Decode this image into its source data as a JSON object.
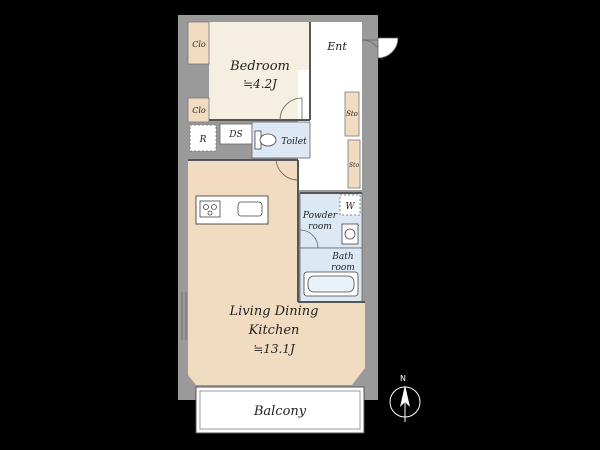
{
  "plan": {
    "rooms": {
      "bedroom": {
        "name": "Bedroom",
        "area": "≒4.2J"
      },
      "ldk": {
        "line1": "Living Dining",
        "line2": "Kitchen",
        "area": "≒13.1J"
      },
      "balcony": "Balcony",
      "entrance": "Ent",
      "toilet": "Toilet",
      "powder": {
        "line1": "Powder",
        "line2": "room"
      },
      "bath": {
        "line1": "Bath",
        "line2": "room"
      },
      "ds": "DS",
      "refrigerator": "R",
      "washer": "W",
      "closet_upper": "Clo",
      "closet_lower": "Clo",
      "storage_upper": "Sto",
      "storage_lower": "Sto"
    },
    "compass": {
      "north_label": "N"
    },
    "colors": {
      "background": "#000000",
      "wall": "#9a9a9a",
      "floor_bedroom": "#f5efe1",
      "floor_ldk": "#f2dcc1",
      "floor_wet": "#dce9f4",
      "floor_white": "#ffffff"
    },
    "icons": [
      "compass-icon",
      "stove-icon",
      "sink-icon",
      "toilet-icon",
      "bathtub-icon",
      "washbasin-icon"
    ]
  }
}
